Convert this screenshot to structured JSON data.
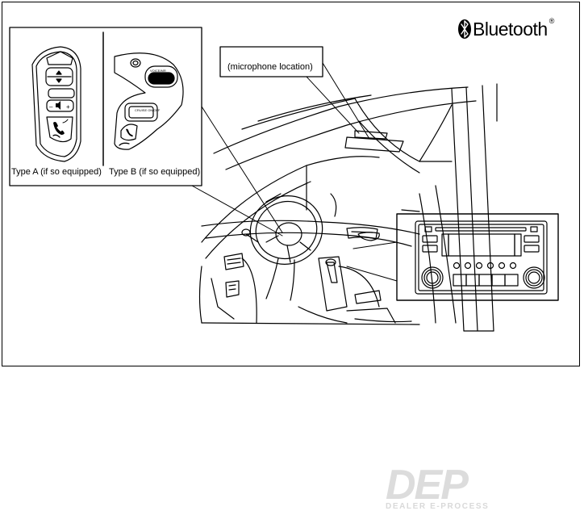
{
  "labels": {
    "type_a": "Type A (if so equipped)",
    "type_b": "Type B (if so equipped)",
    "microphone": "(microphone location)"
  },
  "brand": {
    "bluetooth_text": "Bluetooth",
    "registered_mark": "®"
  },
  "watermark": {
    "logo_text": "DEP",
    "tagline": "DEALER E-PROCESS",
    "color": "#dcdcdc"
  },
  "steering_b": {
    "btn_top": "VOICE/MR",
    "btn_cruise": "CRUISE ON/OFF"
  },
  "colors": {
    "line": "#000000",
    "background": "#ffffff"
  }
}
